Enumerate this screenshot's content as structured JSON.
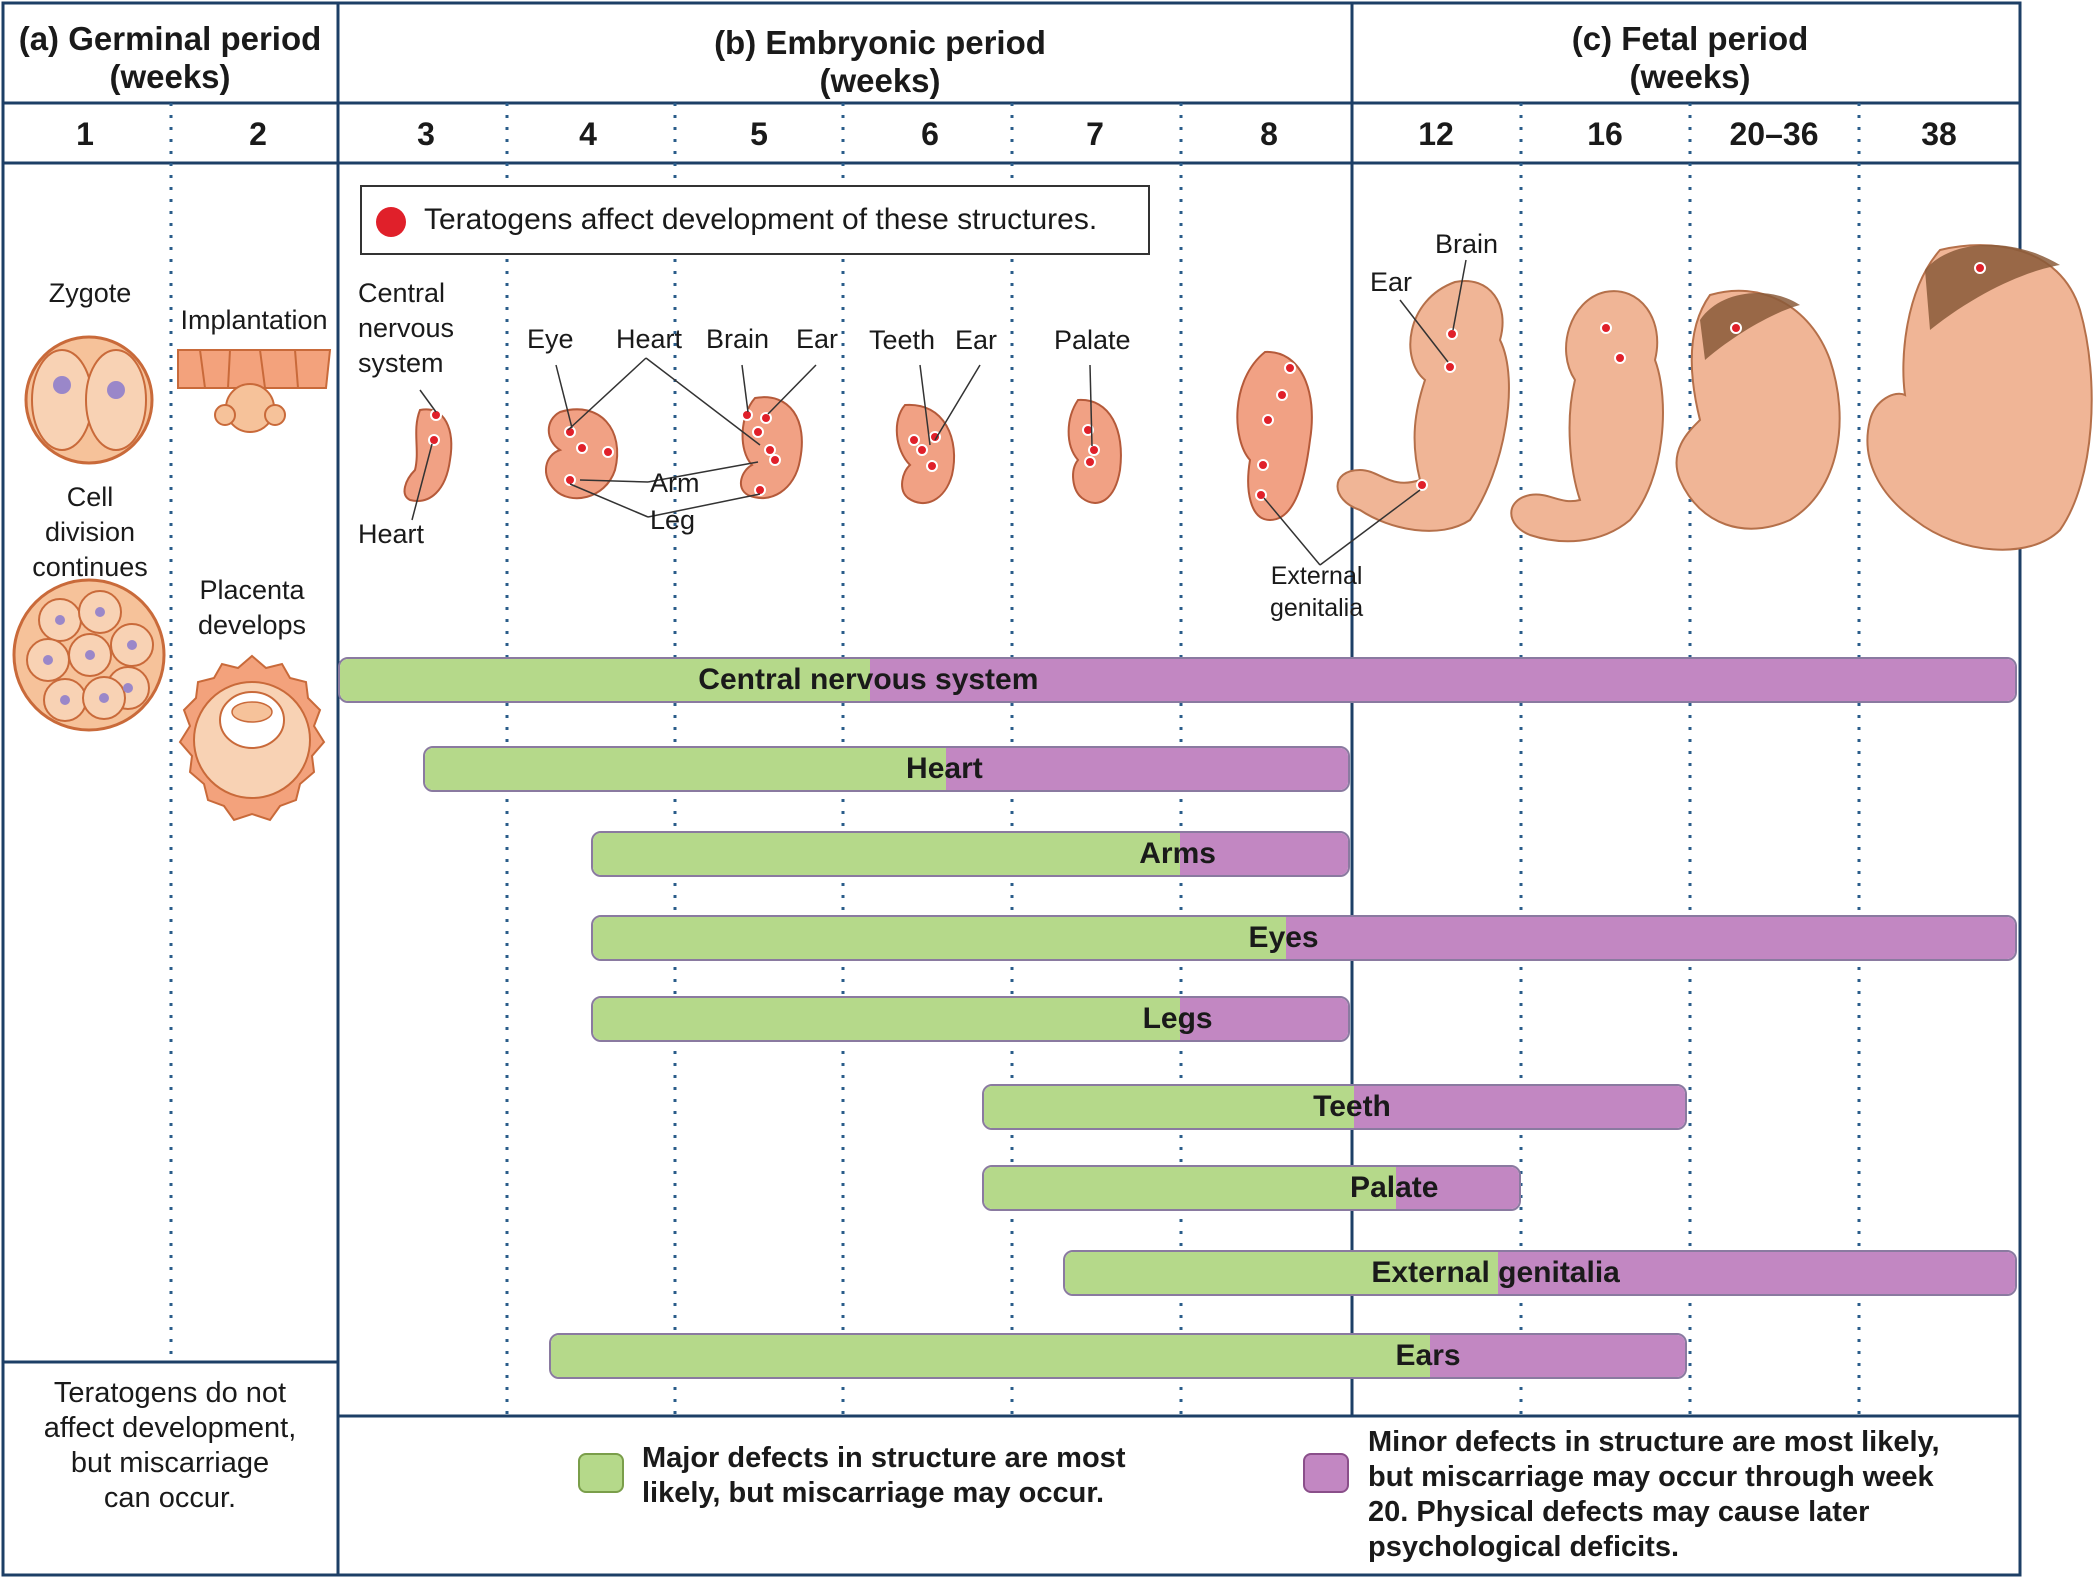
{
  "headers": {
    "germinal": "(a) Germinal period\n(weeks)",
    "embryonic": "(b) Embryonic period\n(weeks)",
    "fetal": "(c) Fetal period\n(weeks)"
  },
  "weeks": [
    "1",
    "2",
    "3",
    "4",
    "5",
    "6",
    "7",
    "8",
    "12",
    "16",
    "20–36",
    "38"
  ],
  "germinal_labels": {
    "zygote": "Zygote",
    "cell_division": "Cell\ndivision\ncontinues",
    "implantation": "Implantation",
    "placenta": "Placenta\ndevelops",
    "note": "Teratogens do not\naffect development,\nbut miscarriage\ncan occur."
  },
  "key_box": "Teratogens affect development of these structures.",
  "structure_labels": {
    "cns": "Central\nnervous\nsystem",
    "heart3": "Heart",
    "eye": "Eye",
    "heart": "Heart",
    "brain": "Brain",
    "ear": "Ear",
    "arm": "Arm",
    "leg": "Leg",
    "teeth": "Teeth",
    "ear6": "Ear",
    "palate": "Palate",
    "genitalia": "External\ngenitalia",
    "ear12": "Ear",
    "brain12": "Brain"
  },
  "bars": [
    {
      "name": "Central nervous system",
      "start": 2.0,
      "switch": 5.15,
      "end": 11.98
    },
    {
      "name": "Heart",
      "start": 2.5,
      "switch": 5.6,
      "end": 7.99
    },
    {
      "name": "Arms",
      "start": 3.5,
      "switch": 6.98,
      "end": 7.99
    },
    {
      "name": "Eyes",
      "start": 3.5,
      "switch": 7.6,
      "end": 11.98
    },
    {
      "name": "Legs",
      "start": 3.5,
      "switch": 6.98,
      "end": 7.99
    },
    {
      "name": "Teeth",
      "start": 5.82,
      "switch": 8.0,
      "end": 9.98
    },
    {
      "name": "Palate",
      "start": 5.82,
      "switch": 8.25,
      "end": 9.0
    },
    {
      "name": "External genitalia",
      "start": 6.3,
      "switch": 8.85,
      "end": 11.98
    },
    {
      "name": "Ears",
      "start": 3.25,
      "switch": 8.45,
      "end": 9.98
    }
  ],
  "legend": {
    "major": "Major defects in structure are most\nlikely, but miscarriage may occur.",
    "minor": "Minor defects in structure are most likely,\nbut miscarriage may occur through week\n20. Physical defects may cause later\npsychological deficits.",
    "major_color": "#b5d98a",
    "minor_color": "#c287c2"
  },
  "colors": {
    "border": "#1d3f66",
    "divider": "#2a5c8a",
    "dot": "#e0202a",
    "embryo": "#f1a184",
    "cell": "#f6c29a"
  }
}
